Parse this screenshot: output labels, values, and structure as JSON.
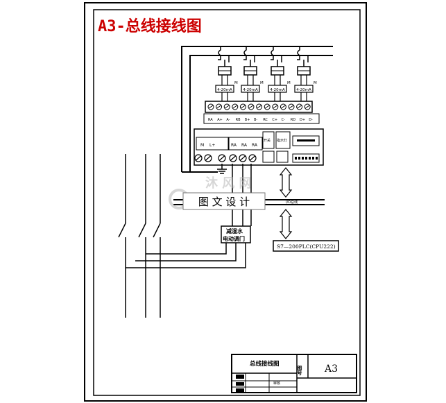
{
  "drawing": {
    "title": "A3-总线接线图"
  },
  "modules": [
    {
      "range": "4-20mA",
      "mark": "M"
    },
    {
      "range": "4-20mA",
      "mark": "M"
    },
    {
      "range": "4-20mA",
      "mark": "M"
    },
    {
      "range": "4-20mA",
      "mark": "M"
    }
  ],
  "terminal_labels": [
    "RA",
    "A+",
    "A-",
    "RB",
    "B+",
    "B-",
    "RC",
    "C+",
    "C-",
    "RD",
    "D+",
    "D-"
  ],
  "plc": {
    "lower_labels": [
      "M",
      "L+",
      "RA",
      "RA",
      "RA"
    ],
    "small_box_1": "开关",
    "small_box_2": "指示灯",
    "label": "S7—200PLC(CPU222)"
  },
  "bus_label": "I/O总线",
  "watermark": "图 文 设 计",
  "valve_box": {
    "line1": "减湿水",
    "line2": "电动调门"
  },
  "title_block": {
    "drawing_name": "总线接线图",
    "field_label": "图号",
    "drawing_number": "A3",
    "small_label": "审核"
  },
  "colors": {
    "title": "#cc0000",
    "ink": "#000000",
    "watermark": "#b5b5b5"
  }
}
